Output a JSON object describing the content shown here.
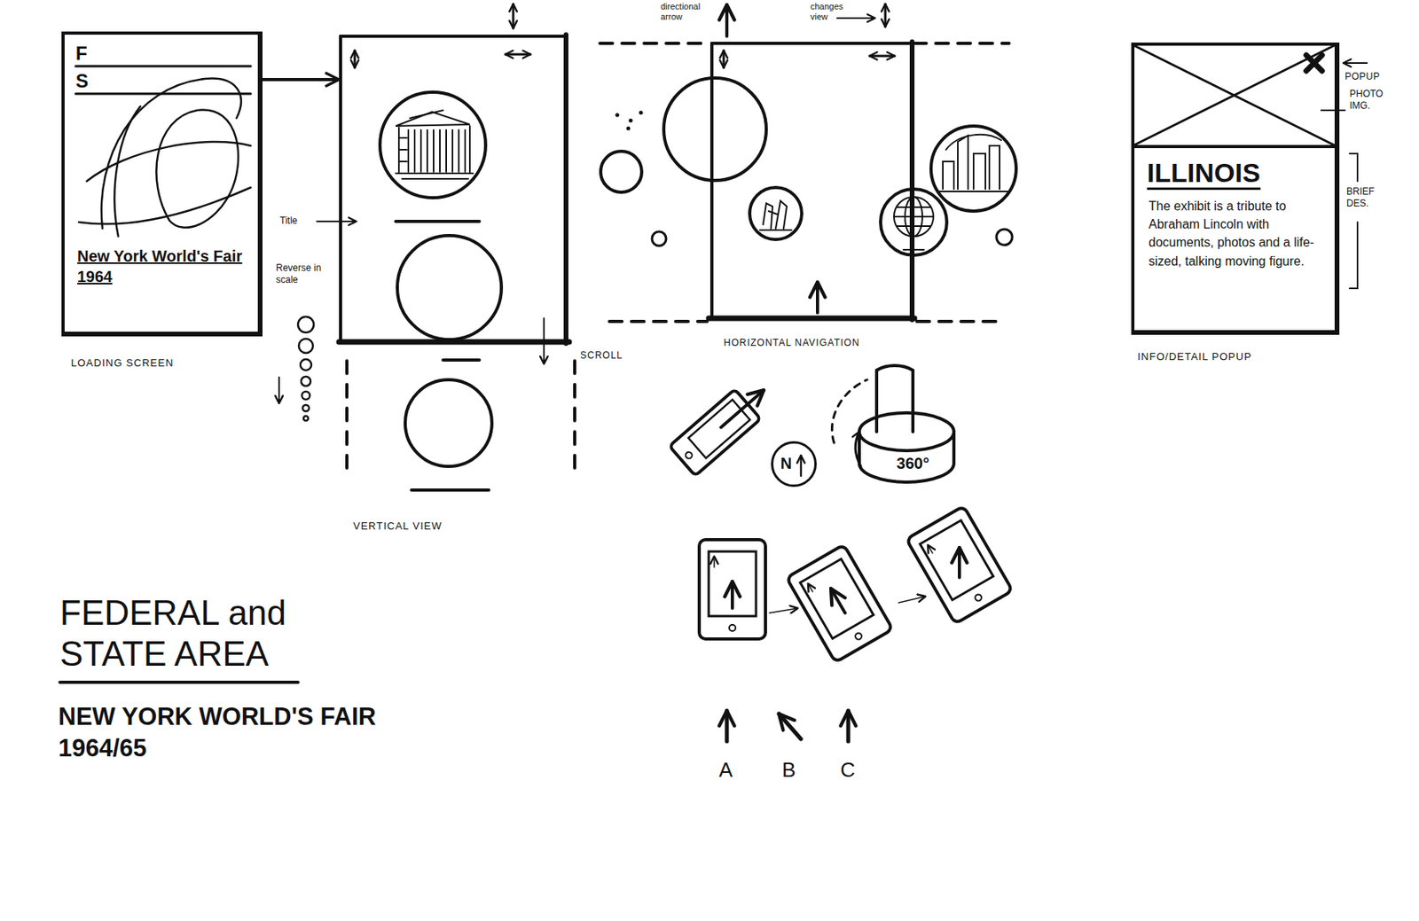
{
  "diagram": {
    "title": "FEDERAL and STATE AREA",
    "caption": "NEW YORK WORLD'S FAIR 1964/65",
    "nodes": [
      {
        "text": [
          "F",
          "S",
          "New York World's Fair 1964",
          "LOADING SCREEN"
        ]
      },
      {
        "text": [
          "VERTICAL VIEW"
        ]
      },
      {
        "text": [
          "HORIZONTAL NAVIGATION"
        ]
      },
      {
        "text": [
          "ILLINOIS",
          "The exhibit is a tribute to Abraham Lincoln with documents, photos and a life-sized, talking moving figure.",
          "INFO/DETAIL POPUP"
        ]
      },
      {
        "text": [
          "N"
        ]
      },
      {
        "text": [
          "360°"
        ]
      }
    ],
    "edges": [
      {
        "from": 0,
        "to": 1,
        "arrow": "to"
      }
    ],
    "labels": [
      "Title",
      "Reverse in scale",
      "SCROLL",
      "directional arrow",
      "changes view",
      "POPUP",
      "PHOTO IMG.",
      "BRIEF DES.",
      "A",
      "B",
      "C"
    ]
  }
}
